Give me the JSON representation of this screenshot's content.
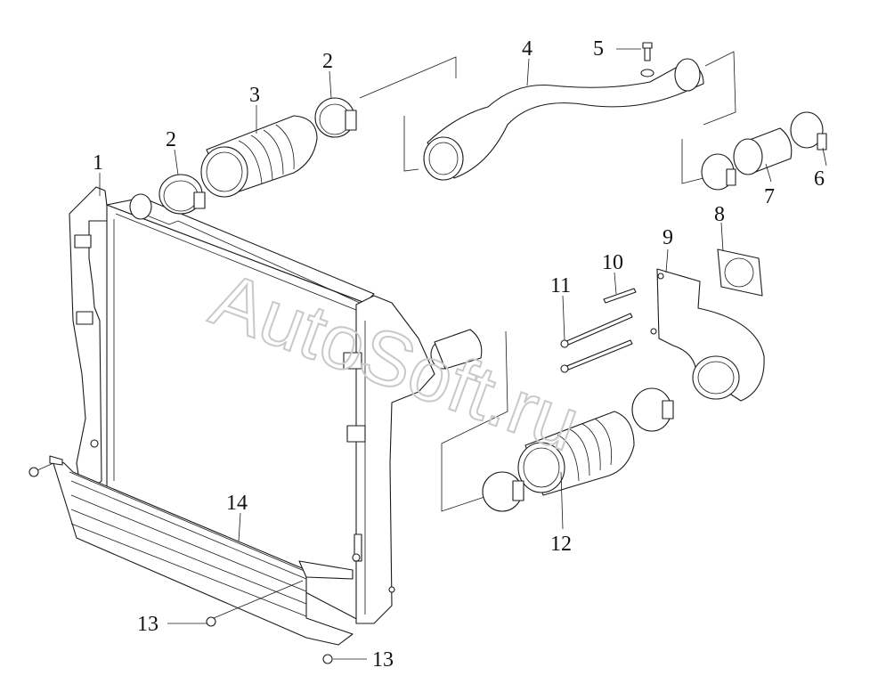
{
  "watermark": "AutoSoft.ru",
  "callouts": [
    {
      "id": "c1",
      "text": "1"
    },
    {
      "id": "c2a",
      "text": "2"
    },
    {
      "id": "c2b",
      "text": "2"
    },
    {
      "id": "c3",
      "text": "3"
    },
    {
      "id": "c4",
      "text": "4"
    },
    {
      "id": "c5",
      "text": "5"
    },
    {
      "id": "c6",
      "text": "6"
    },
    {
      "id": "c7",
      "text": "7"
    },
    {
      "id": "c8",
      "text": "8"
    },
    {
      "id": "c9",
      "text": "9"
    },
    {
      "id": "c10",
      "text": "10"
    },
    {
      "id": "c11",
      "text": "11"
    },
    {
      "id": "c12",
      "text": "12"
    },
    {
      "id": "c13a",
      "text": "13"
    },
    {
      "id": "c13b",
      "text": "13"
    },
    {
      "id": "c14",
      "text": "14"
    }
  ]
}
